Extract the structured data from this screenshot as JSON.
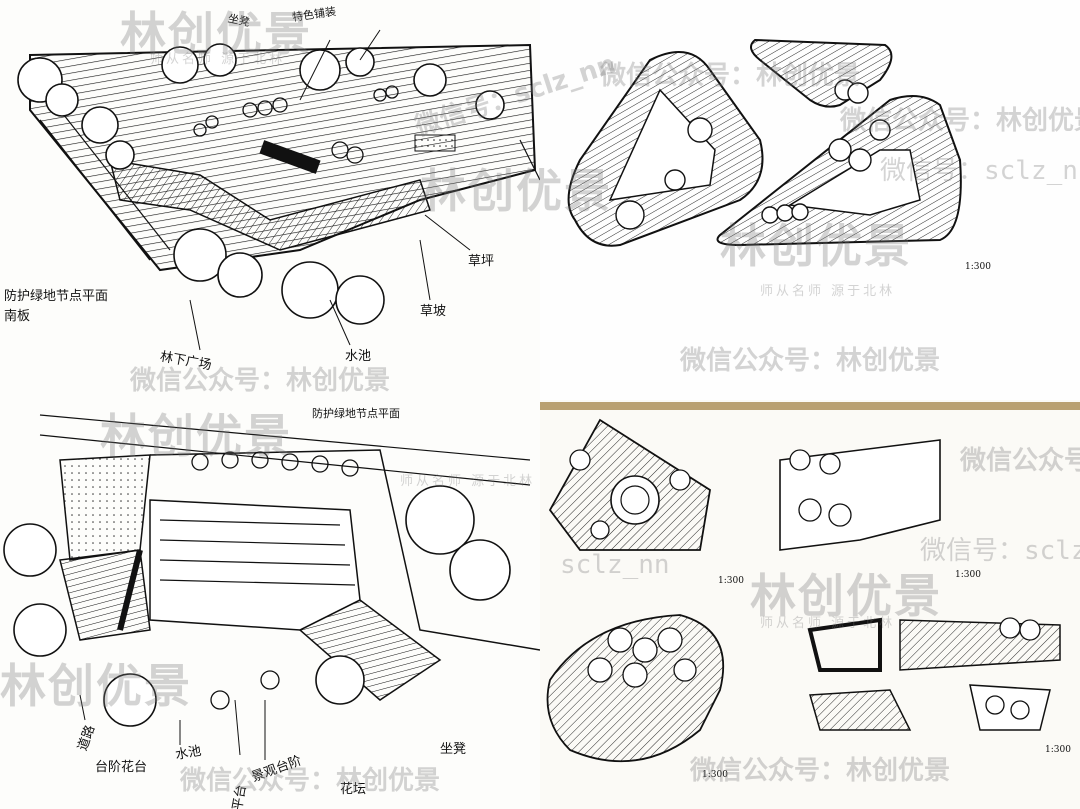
{
  "panels": {
    "p1": {
      "title": "防护绿地节点平面",
      "title_suffix": "南板",
      "labels": [
        "坐凳",
        "特色铺装",
        "草坪",
        "草坡",
        "林下广场",
        "水池"
      ]
    },
    "p2": {
      "scale": "1:300"
    },
    "p3": {
      "title": "防护绿地节点平面",
      "labels": [
        "道路",
        "台阶花台",
        "水池",
        "景观台阶",
        "平台",
        "花坛",
        "坐凳"
      ]
    },
    "p4": {
      "scales": [
        "1:300",
        "1:300",
        "1:300",
        "1:300"
      ]
    }
  },
  "watermarks": {
    "brand": "林创优景",
    "slogan": "师从名师 源于北林",
    "wechat_public": "微信公众号：林创优景",
    "wechat_id": "微信号：sclz_nn",
    "id": "sclz_nn"
  }
}
